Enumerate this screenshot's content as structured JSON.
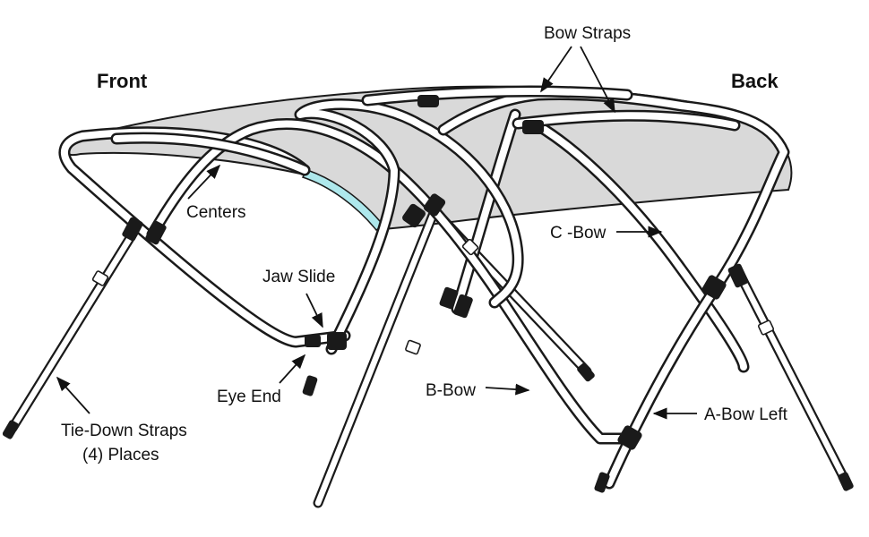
{
  "labels": {
    "front": "Front",
    "back": "Back",
    "bow_straps": "Bow Straps",
    "centers": "Centers",
    "c_bow": "C -Bow",
    "jaw_slide": "Jaw Slide",
    "eye_end": "Eye End",
    "b_bow": "B-Bow",
    "a_bow_left": "A-Bow Left",
    "tie_down_line1": "Tie-Down Straps",
    "tie_down_line2": "(4) Places"
  },
  "colors": {
    "canopy": "#d9d9d9",
    "outline": "#1a1a1a",
    "accent": "#aee8ec"
  }
}
